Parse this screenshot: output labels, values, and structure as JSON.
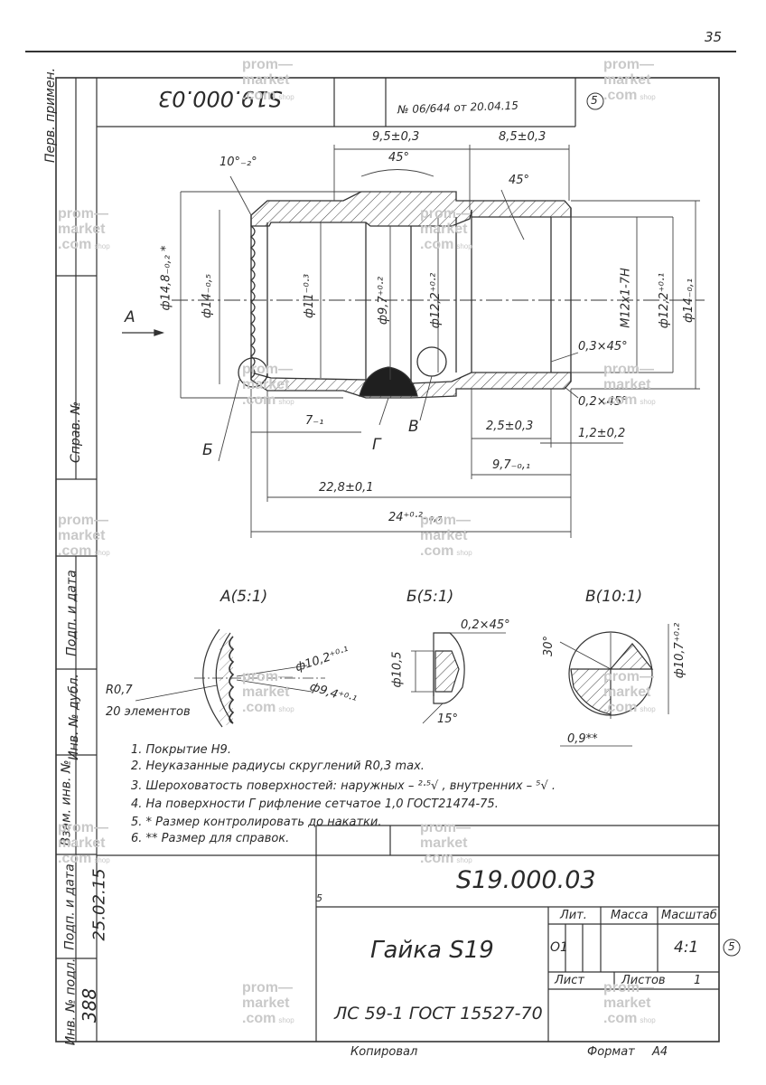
{
  "sheet_number": "35",
  "header": {
    "inverted_code": "S19.000.03",
    "registration": "№ 06/644 от 20.04.15",
    "circle_mark": "5"
  },
  "side_labels": {
    "perv_primen": "Перв. примен.",
    "sprav_no": "Справ. №",
    "podp_data_1": "Подп. и дата",
    "inv_dubl": "Инв. № дубл.",
    "vzam_inv": "Взам. инв. №",
    "podp_data_2": "Подп. и дата",
    "inv_podl": "Инв. № подл.",
    "inv_value": "388",
    "date_value": "25.02.15"
  },
  "dims": {
    "d1": "9,5±0,3",
    "d2": "8,5±0,3",
    "a1": "45°",
    "a2": "45°",
    "ang10": "10°₋₂°",
    "dia148": "ф14,8₋₀,₂ *",
    "dia14a": "ф14₋₀,₅",
    "dia11": "ф11⁻⁰·³",
    "dia97": "ф9,7⁺⁰·²",
    "dia122": "ф12,2⁺⁰·²",
    "thread": "M12x1-7H",
    "dia122b": "ф12,2⁺⁰·¹",
    "dia14b": "ф14₋₀,₁",
    "ch1": "0,3×45°",
    "ch2": "0,2×45°",
    "d3": "2,5±0,3",
    "d4": "1,2±0,2",
    "d5": "7₋₁",
    "d6": "9,7₋₀,₁",
    "d7": "22,8±0,1",
    "d8": "24⁺⁰·²₋₀,₇",
    "view_a": "А",
    "lbl_b": "Б",
    "lbl_g": "Г",
    "lbl_v": "В"
  },
  "details": {
    "a_title": "А(5:1)",
    "b_title": "Б(5:1)",
    "v_title": "В(10:1)",
    "a_dia": "ф10,2⁺⁰·¹",
    "a_dia2": "ф9,4⁺⁰·¹",
    "a_r": "R0,7",
    "a_el": "20 элементов",
    "b_ch": "0,2×45°",
    "b_dia": "ф10,5",
    "b_ang": "15°",
    "v_ang": "30°",
    "v_dia": "ф10,7⁺⁰·²",
    "v_dim": "0,9**"
  },
  "notes": [
    "1.  Покрытие Н9.",
    "2.  Неуказанные радиусы скруглений R0,3 max.",
    "3.  Шероховатость поверхностей: наружных – ²·⁵√ , внутренних – ⁵√ .",
    "4.  На поверхности Г рифление сетчатое 1,0 ГОСТ21474-75.",
    "5.  * Размер контролировать до накатки.",
    "6.  ** Размер для справок."
  ],
  "title_block": {
    "code": "S19.000.03",
    "name": "Гайка S19",
    "material": "ЛС 59-1 ГОСТ 15527-70",
    "lit": "Лит.",
    "massa": "Масса",
    "masshtab": "Масштаб",
    "lit_value": "О1",
    "scale_value": "4:1",
    "list": "Лист",
    "listov": "Листов",
    "listov_value": "1",
    "kopiroval": "Копировал",
    "format": "Формат",
    "format_value": "А4",
    "circle_mark": "5",
    "small_mark": "5"
  },
  "watermark": {
    "line1": "prom—",
    "line2": "market",
    "line3": ".com",
    "suffix": "shop"
  }
}
